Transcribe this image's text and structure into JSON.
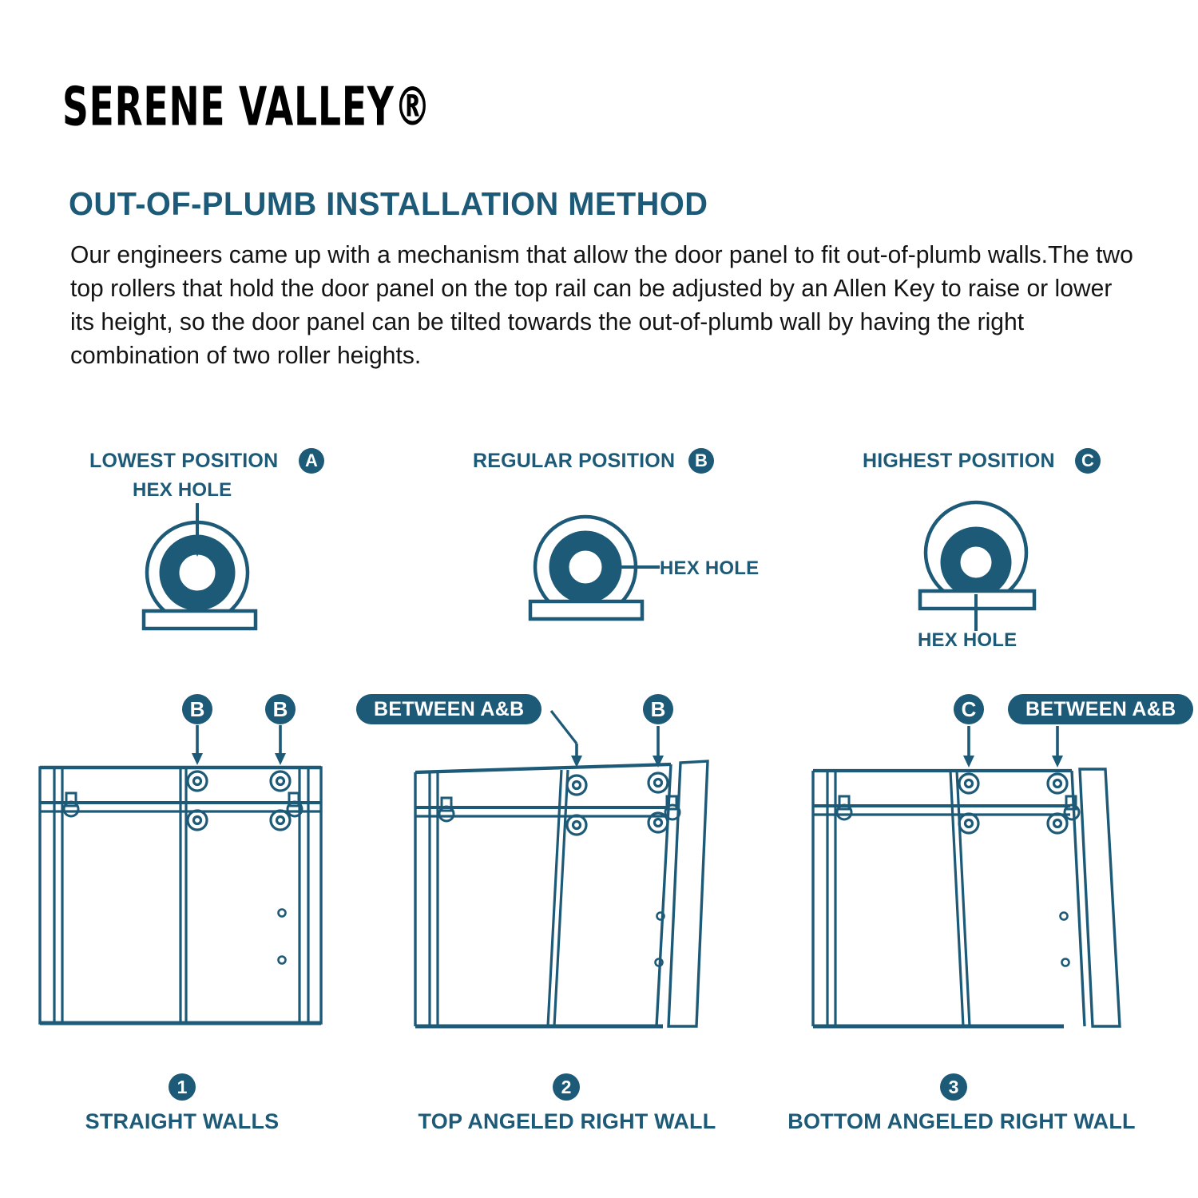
{
  "brand": {
    "logo_text": "SERENE VALLEY®"
  },
  "heading": {
    "title": "OUT-OF-PLUMB INSTALLATION METHOD",
    "body": "Our engineers came up with a mechanism that allow the door panel to fit out-of-plumb walls.The two top rollers that hold the door panel on the top rail can be adjusted by an Allen Key to raise or lower its height, so the door panel can be tilted towards the out-of-plumb wall by having the right combination of two roller heights."
  },
  "colors": {
    "teal": "#1d5a77",
    "line": "#1d5a77",
    "text": "#141414",
    "background": "#ffffff"
  },
  "roller_positions": [
    {
      "title": "LOWEST POSITION",
      "badge": "A",
      "hex_label": "HEX HOLE",
      "hex_label_placement": "above"
    },
    {
      "title": "REGULAR POSITION",
      "badge": "B",
      "hex_label": "HEX HOLE",
      "hex_label_placement": "right"
    },
    {
      "title": "HIGHEST POSITION",
      "badge": "C",
      "hex_label": "HEX HOLE",
      "hex_label_placement": "below"
    }
  ],
  "door_diagrams": [
    {
      "number": "1",
      "caption": "STRAIGHT WALLS",
      "left_marker": "B",
      "left_marker_type": "circle",
      "right_marker": "B",
      "right_marker_type": "circle"
    },
    {
      "number": "2",
      "caption": "TOP ANGELED RIGHT WALL",
      "left_marker": "BETWEEN A&B",
      "left_marker_type": "pill",
      "right_marker": "B",
      "right_marker_type": "circle"
    },
    {
      "number": "3",
      "caption": "BOTTOM ANGELED RIGHT WALL",
      "left_marker": "C",
      "left_marker_type": "circle",
      "right_marker": "BETWEEN A&B",
      "right_marker_type": "pill"
    }
  ]
}
